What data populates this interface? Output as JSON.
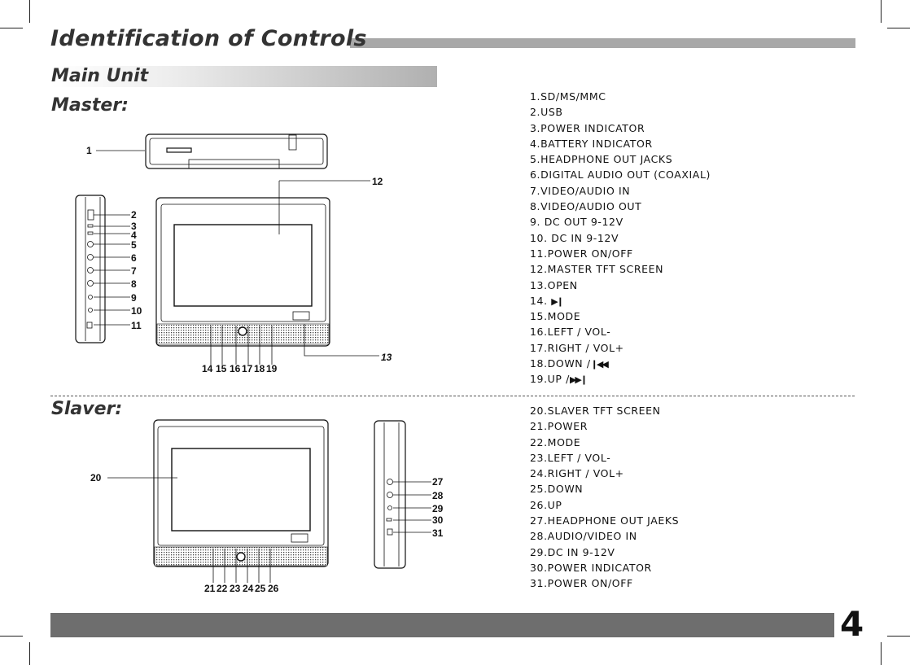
{
  "page": {
    "title": "Identification of Controls",
    "section": "Main Unit",
    "master_label": "Master:",
    "slaver_label": "Slaver:",
    "page_number": "4"
  },
  "master_list": [
    "1.SD/MS/MMC",
    "2.USB",
    "3.POWER INDICATOR",
    "4.BATTERY  INDICATOR",
    "5.HEADPHONE OUT JACKS",
    "6.DIGITAL  AUDIO OUT (COAXIAL)",
    "7.VIDEO/AUDIO IN",
    "8.VIDEO/AUDIO OUT",
    "9. DC  OUT 9-12V",
    "10. DC IN 9-12V",
    "11.POWER ON/OFF",
    "12.MASTER TFT SCREEN",
    "13.OPEN",
    "14.",
    "15.MODE",
    "16.LEFT / VOL-",
    "17.RIGHT / VOL+",
    "18.DOWN /",
    "19.UP /"
  ],
  "slaver_list": [
    "20.SLAVER TFT SCREEN",
    "21.POWER",
    "22.MODE",
    "23.LEFT / VOL-",
    "24.RIGHT / VOL+",
    "25.DOWN",
    "26.UP",
    "27.HEADPHONE OUT JAEKS",
    "28.AUDIO/VIDEO IN",
    "29.DC IN 9-12V",
    "30.POWER INDICATOR",
    "31.POWER ON/OFF"
  ],
  "diagram_labels": {
    "l1": "1",
    "l2": "2",
    "l3": "3",
    "l4": "4",
    "l5": "5",
    "l6": "6",
    "l7": "7",
    "l8": "8",
    "l9": "9",
    "l10": "10",
    "l11": "11",
    "l12": "12",
    "l13": "13",
    "l14": "14",
    "l15": "15",
    "l16": "16",
    "l17": "17",
    "l18": "18",
    "l19": "19",
    "l20": "20",
    "l21": "21",
    "l22": "22",
    "l23": "23",
    "l24": "24",
    "l25": "25",
    "l26": "26",
    "l27": "27",
    "l28": "28",
    "l29": "29",
    "l30": "30",
    "l31": "31"
  },
  "colors": {
    "title_bar": "#a8a8a8",
    "footer_bar": "#6e6e6e",
    "heading_text": "#333333"
  }
}
